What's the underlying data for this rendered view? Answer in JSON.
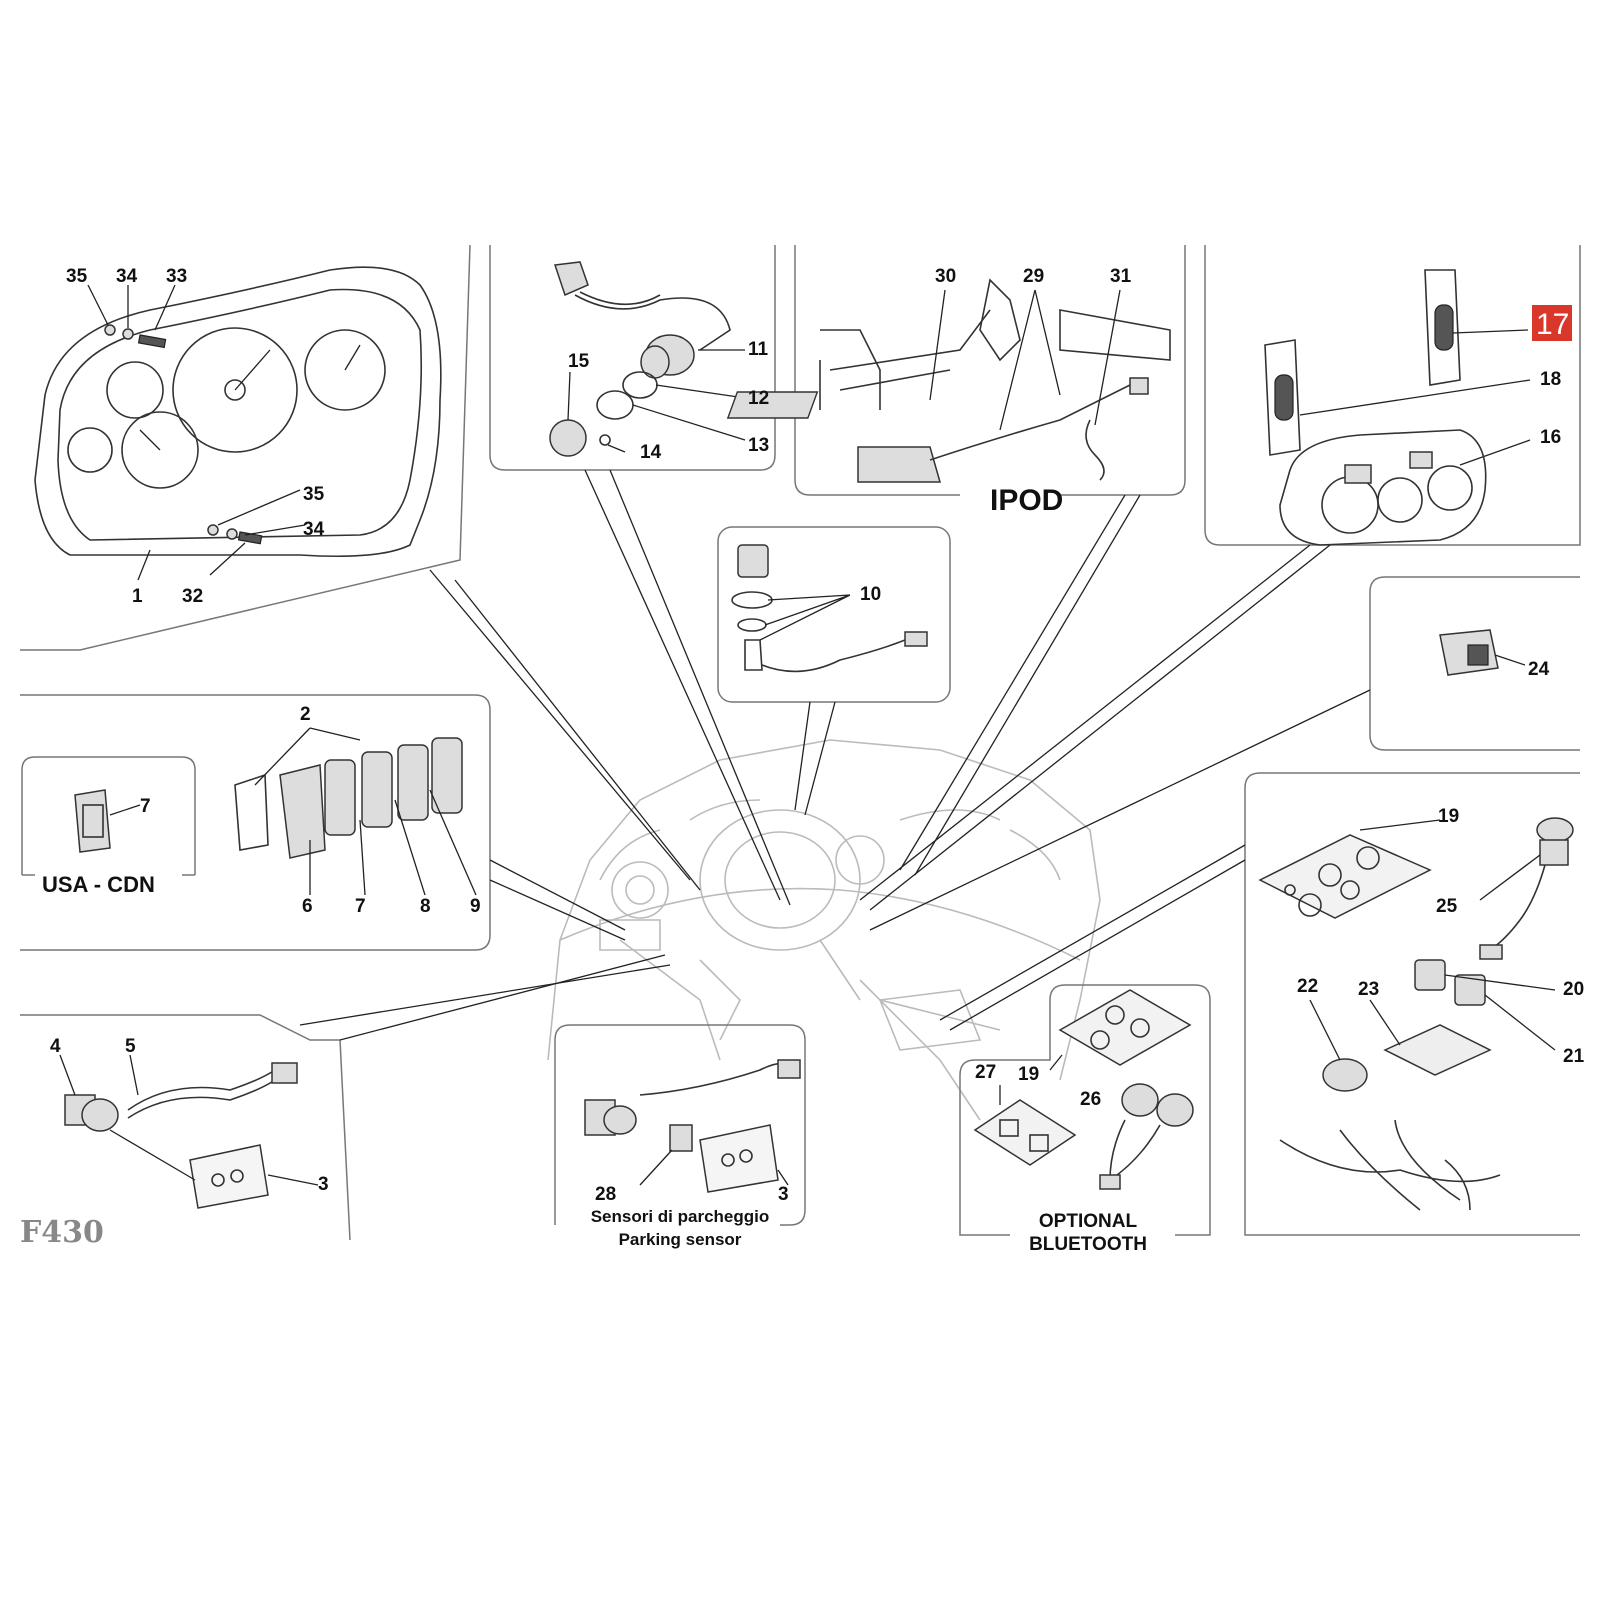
{
  "diagram": {
    "brand": "F430",
    "section_titles": {
      "ipod": "IPOD",
      "usa_cdn": "USA - CDN",
      "parking_it": "Sensori di parcheggio",
      "parking_en": "Parking sensor",
      "bluetooth_line1": "OPTIONAL",
      "bluetooth_line2": "BLUETOOTH"
    },
    "highlighted_callout": "17",
    "callouts": {
      "c35a": "35",
      "c34a": "34",
      "c33": "33",
      "c35b": "35",
      "c34b": "34",
      "c1": "1",
      "c32": "32",
      "c15": "15",
      "c11": "11",
      "c12": "12",
      "c13": "13",
      "c14": "14",
      "c30": "30",
      "c29": "29",
      "c31": "31",
      "c18": "18",
      "c16": "16",
      "c10": "10",
      "c24": "24",
      "c2": "2",
      "c7a": "7",
      "c6": "6",
      "c7b": "7",
      "c8": "8",
      "c9": "9",
      "c19a": "19",
      "c25": "25",
      "c20": "20",
      "c21": "21",
      "c22": "22",
      "c23": "23",
      "c4": "4",
      "c5": "5",
      "c3a": "3",
      "c28": "28",
      "c3b": "3",
      "c27": "27",
      "c19b": "19",
      "c26": "26"
    }
  }
}
